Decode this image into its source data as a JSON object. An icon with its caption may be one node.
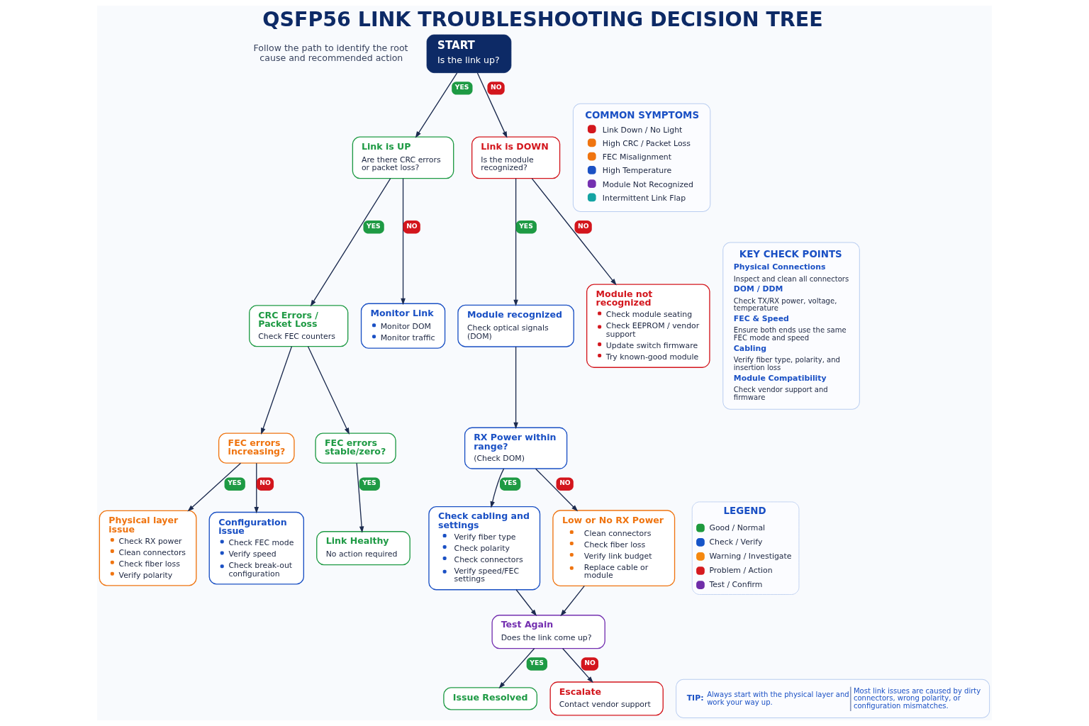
{
  "diagram": {
    "title": "QSFP56 LINK TROUBLESHOOTING DECISION TREE",
    "nodes": [
      {
        "text": [
          "START",
          "Is the link up?"
        ]
      },
      {
        "text": [
          "Link is UP",
          "Are there CRC errors or packet loss?"
        ]
      },
      {
        "text": [
          "Link is DOWN",
          "Is the module recognized?"
        ]
      },
      {
        "text": [
          "CRC Errors / Packet Loss",
          "Check FEC counters"
        ]
      },
      {
        "text": [
          "Monitor Link",
          "Monitor DOM",
          "Monitor traffic"
        ]
      },
      {
        "text": [
          "Module recognized",
          "Check optical signals (DOM)"
        ]
      },
      {
        "text": [
          "Module not recognized",
          "Check module seating",
          "Check EEPROM / vendor support",
          "Update switch firmware",
          "Try known-good module"
        ]
      },
      {
        "text": [
          "FEC errors increasing?"
        ]
      },
      {
        "text": [
          "FEC errors stable/zero?"
        ]
      },
      {
        "text": [
          "RX Power within range?",
          "(Check DOM)"
        ]
      },
      {
        "text": [
          "Physical layer issue",
          "Check RX power",
          "Clean connectors",
          "Check fiber loss",
          "Verify polarity"
        ]
      },
      {
        "text": [
          "Configuration issue",
          "Check FEC mode",
          "Verify speed",
          "Check break-out configuration"
        ]
      },
      {
        "text": [
          "Link Healthy",
          "No action required"
        ]
      },
      {
        "text": [
          "Check cabling and settings",
          "Verify fiber type",
          "Check polarity",
          "Check connectors",
          "Verify speed/FEC settings"
        ]
      },
      {
        "text": [
          "Low or No RX Power",
          "Clean connectors",
          "Check fiber loss",
          "Verify link budget",
          "Replace cable or module"
        ]
      },
      {
        "text": [
          "Test Again",
          "Does the link come up?"
        ]
      },
      {
        "text": [
          "Issue Resolved"
        ]
      },
      {
        "text": [
          "Escalate",
          "Contact vendor support"
        ]
      },
      {
        "text": [
          "COMMON SYMPTOMS",
          "Link Down / No Light",
          "High CRC / Packet Loss",
          "FEC Misalignment",
          "High Temperature",
          "Module Not Recognized",
          "Intermittent Link Flap"
        ]
      },
      {
        "text": [
          "KEY CHECK POINTS",
          "Physical Connections",
          "Inspect and clean all connectors",
          "DOM / DDM",
          "Check TX/RX power, voltage, temperature",
          "FEC & Speed",
          "Ensure both ends use the same FEC mode and speed",
          "Cabling",
          "Verify fiber type, polarity, and insertion loss",
          "Module Compatibility",
          "Check vendor support and firmware"
        ]
      },
      {
        "text": [
          "TIP:",
          "Always start with the physical layer and work your way up.",
          "Most link issues are caused by dirty connectors, wrong polarity, or configuration mismatches."
        ]
      }
    ],
    "edges": [
      {
        "from": 0,
        "to": 1,
        "arrow": "to",
        "label": "YES"
      },
      {
        "from": 0,
        "to": 2,
        "arrow": "to",
        "label": "NO"
      },
      {
        "from": 1,
        "to": 3,
        "arrow": "to",
        "label": "YES"
      },
      {
        "from": 1,
        "to": 4,
        "arrow": "to",
        "label": "NO"
      },
      {
        "from": 2,
        "to": 5,
        "arrow": "to",
        "label": "YES"
      },
      {
        "from": 2,
        "to": 6,
        "arrow": "to",
        "label": "NO"
      },
      {
        "from": 3,
        "to": 7,
        "arrow": "to"
      },
      {
        "from": 3,
        "to": 8,
        "arrow": "to"
      },
      {
        "from": 5,
        "to": 9,
        "arrow": "to"
      },
      {
        "from": 7,
        "to": 10,
        "arrow": "to",
        "label": "YES"
      },
      {
        "from": 7,
        "to": 11,
        "arrow": "to",
        "label": "NO"
      },
      {
        "from": 8,
        "to": 12,
        "arrow": "to",
        "label": "YES"
      },
      {
        "from": 9,
        "to": 13,
        "arrow": "to",
        "label": "YES"
      },
      {
        "from": 9,
        "to": 14,
        "arrow": "to",
        "label": "NO"
      },
      {
        "from": 13,
        "to": 15,
        "arrow": "to"
      },
      {
        "from": 14,
        "to": 15,
        "arrow": "to"
      },
      {
        "from": 15,
        "to": 16,
        "arrow": "to",
        "label": "YES"
      },
      {
        "from": 15,
        "to": 17,
        "arrow": "to",
        "label": "NO"
      }
    ],
    "labels": [
      "Follow the path to identify the root cause and recommended action",
      "LEGEND"
    ],
    "legend": [
      {
        "text": "Good / Normal",
        "color": "#1e9a3e"
      },
      {
        "text": "Check / Verify",
        "color": "#1554c8"
      },
      {
        "text": "Warning / Investigate",
        "color": "#f5880f"
      },
      {
        "text": "Problem / Action",
        "color": "#d51a1f"
      },
      {
        "text": "Test / Confirm",
        "color": "#6f2da8"
      }
    ]
  }
}
